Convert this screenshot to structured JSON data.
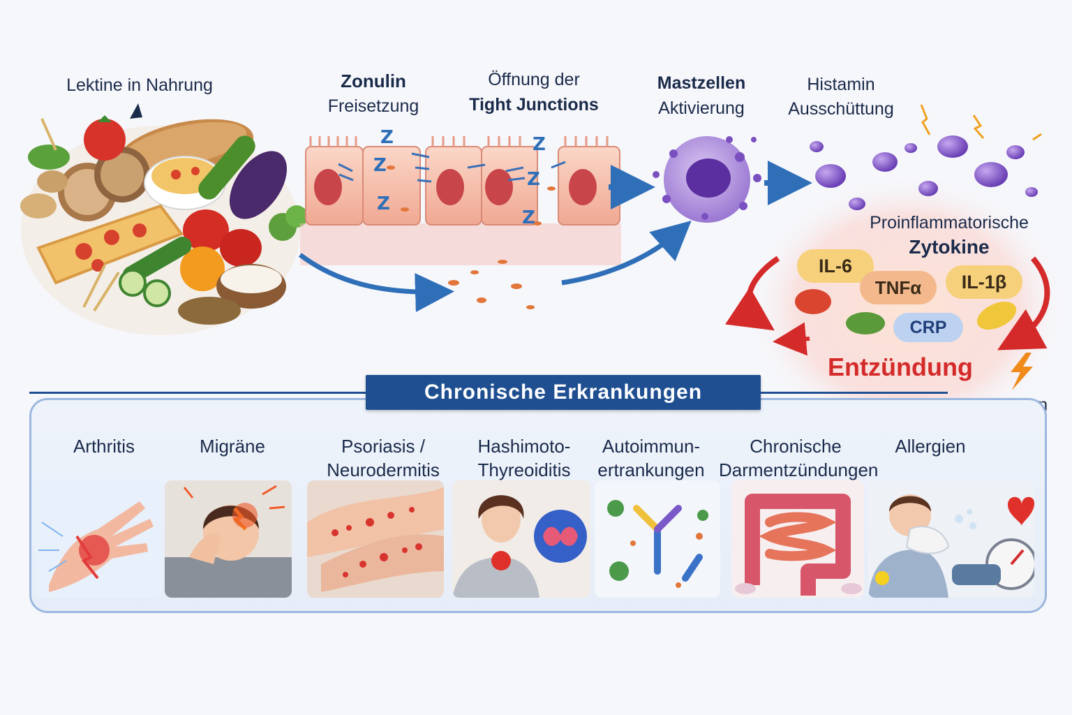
{
  "top_labels": {
    "lectins": "Lektine in Nahrung",
    "zonulin_line1": "Zonulin",
    "zonulin_line2": "Freisetzung",
    "tight_line1": "Öffnung der",
    "tight_line2": "Tight Junctions",
    "mast_line1": "Mastzellen",
    "mast_line2": "Aktivierung",
    "histamine_line1": "Histamin",
    "histamine_line2": "Ausschüttung",
    "cytokine_line1": "Proinflammatorische",
    "cytokine_line2": "Zytokine"
  },
  "cytokines": {
    "il6": "IL-6",
    "tnf": "TNFα",
    "il1b": "IL-1β",
    "crp": "CRP"
  },
  "inflammation": "Entzündung",
  "pain": "Schmerzen",
  "zonulin_glyph": "Z",
  "chronic": {
    "title": "Chronische Erkrankungen",
    "diseases": [
      {
        "line1": "Arthritis",
        "line2": ""
      },
      {
        "line1": "Migräne",
        "line2": ""
      },
      {
        "line1": "Psoriasis /",
        "line2": "Neurodermitis"
      },
      {
        "line1": "Hashimoto-",
        "line2": "Thyreoiditis"
      },
      {
        "line1": "Autoimmun-",
        "line2": "ertrankungen"
      },
      {
        "line1": "Chronische",
        "line2": "Darmentzündungen"
      },
      {
        "line1": "Allergien",
        "line2": ""
      }
    ]
  },
  "colors": {
    "navy": "#1f4f91",
    "arrow_blue": "#2f6fb8",
    "inflammation_red": "#d42a2a",
    "mast_purple": "#7a4fc0",
    "cell_pink": "#f4b7a3"
  },
  "icons": [
    "food-collage",
    "intestinal-cells",
    "mast-cell",
    "histamine-granules",
    "lightning-icon",
    "cycle-arrows"
  ]
}
